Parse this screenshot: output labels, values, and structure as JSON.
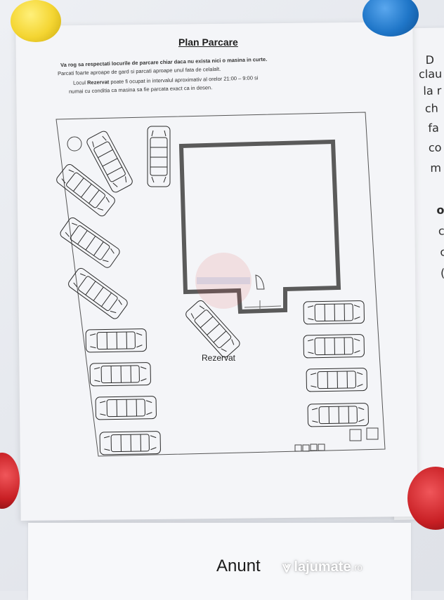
{
  "document": {
    "title": "Plan Parcare",
    "lines": [
      {
        "bold": "Va rog sa respectati locurile de parcare chiar daca nu exista nici o masina in curte.",
        "text": ""
      },
      {
        "bold": "",
        "text": "Parcati foarte aproape de gard si parcati aproape unul fata de celalalt."
      },
      {
        "pre": "Locul ",
        "bold": "Rezervat",
        "text": " poate fi ocupat in intervalul aproximativ al orelor 21:00 – 9:00 si"
      },
      {
        "bold": "",
        "text": "numai cu conditia ca masina sa fie parcata exact ca in desen."
      }
    ],
    "reserved_label": "Rezervat"
  },
  "right_sheet": {
    "words": [
      "D",
      "clau",
      "la r",
      "ch",
      "fa",
      "co",
      "m",
      "o",
      "c",
      "c",
      "("
    ]
  },
  "footer": {
    "anunt": "Anunt",
    "logo_text": "lajumate",
    "logo_tld": ".ro"
  },
  "colors": {
    "magnet_yellow": "#f4d532",
    "magnet_blue": "#1f76c8",
    "magnet_red": "#c81f24"
  }
}
